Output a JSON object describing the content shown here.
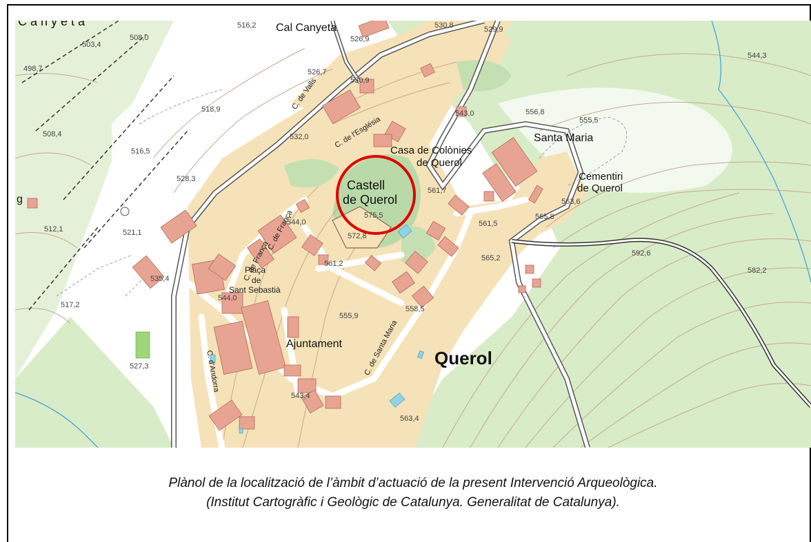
{
  "map": {
    "labels": {
      "canyeta": "Canyeta",
      "cal_canyeta": "Cal Canyeta",
      "casa_colonies_1": "Casa de Colònies",
      "casa_colonies_2": "de Querol",
      "santa_maria": "Santa Maria",
      "cementiri_1": "Cementiri",
      "cementiri_2": "de Querol",
      "castell_1": "Castell",
      "castell_2": "de Querol",
      "placa_1": "Plaça",
      "placa_2": "de",
      "placa_3": "Sant Sebastià",
      "ajuntament": "Ajuntament",
      "querol": "Querol",
      "g": "g"
    },
    "streets": {
      "valls": "C. de Valls",
      "esglesia": "C. de l'Església",
      "franca": "C. de França",
      "andorra": "C. d'Andorra",
      "santa_maria": "C. de Santa Maria"
    },
    "elevations": {
      "e1": "503,4",
      "e2": "508,0",
      "e3": "516,2",
      "e4": "498,7",
      "e5": "526,9",
      "e6": "530,8",
      "e7": "529,9",
      "e8": "526,7",
      "e9": "530,9",
      "e10": "518,9",
      "e11": "508,4",
      "e12": "532,0",
      "e13": "543,0",
      "e14": "556,8",
      "e15": "555,5",
      "e16": "544,3",
      "e17": "516,5",
      "e18": "528,3",
      "e19": "561,7",
      "e20": "563,6",
      "e21": "575,5",
      "e22": "512,1",
      "e23": "521,1",
      "e24": "544,0",
      "e25": "561,5",
      "e26": "565,8",
      "e27": "572,8",
      "e28": "561,2",
      "e29": "565,2",
      "e30": "592,6",
      "e31": "582,2",
      "e32": "535,4",
      "e33": "544,0",
      "e34": "517,2",
      "e35": "555,9",
      "e36": "558,5",
      "e37": "527,3",
      "e38": "543,4",
      "e39": "563,4"
    },
    "colors": {
      "urban": "#f5e2b8",
      "forest": "#d8ecc8",
      "building": "#e8a493",
      "contour": "#c8a88a",
      "water": "#8fd4e6",
      "road": "#5a5a5a",
      "highlight_circle": "#e00000"
    }
  },
  "caption": {
    "line1": "Plànol de la localització de l’àmbit d’actuació de la present Intervenció Arqueològica.",
    "line2": "(Institut Cartogràfic i Geològic de Catalunya. Generalitat de Catalunya)."
  }
}
